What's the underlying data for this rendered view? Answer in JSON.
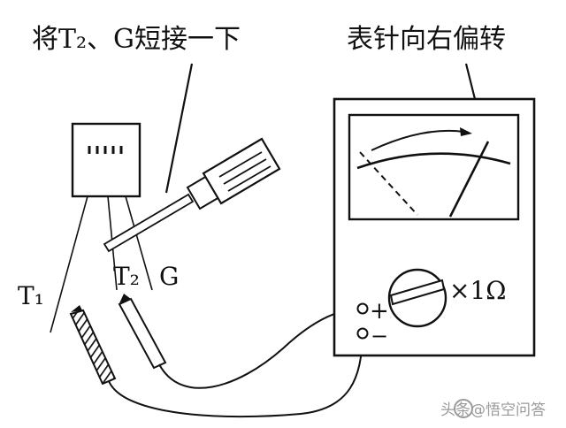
{
  "captions": {
    "left_instruction": "将T₂、G短接一下",
    "right_instruction": "表针向右偏转"
  },
  "labels": {
    "t1": "T₁",
    "t2": "T₂",
    "g": "G",
    "plus": "+",
    "minus": "−",
    "range": "×1Ω"
  },
  "watermark": {
    "text": "头条@悟空问答"
  },
  "colors": {
    "ink": "#111111",
    "background": "#ffffff",
    "watermark": "#9a9a9a"
  }
}
